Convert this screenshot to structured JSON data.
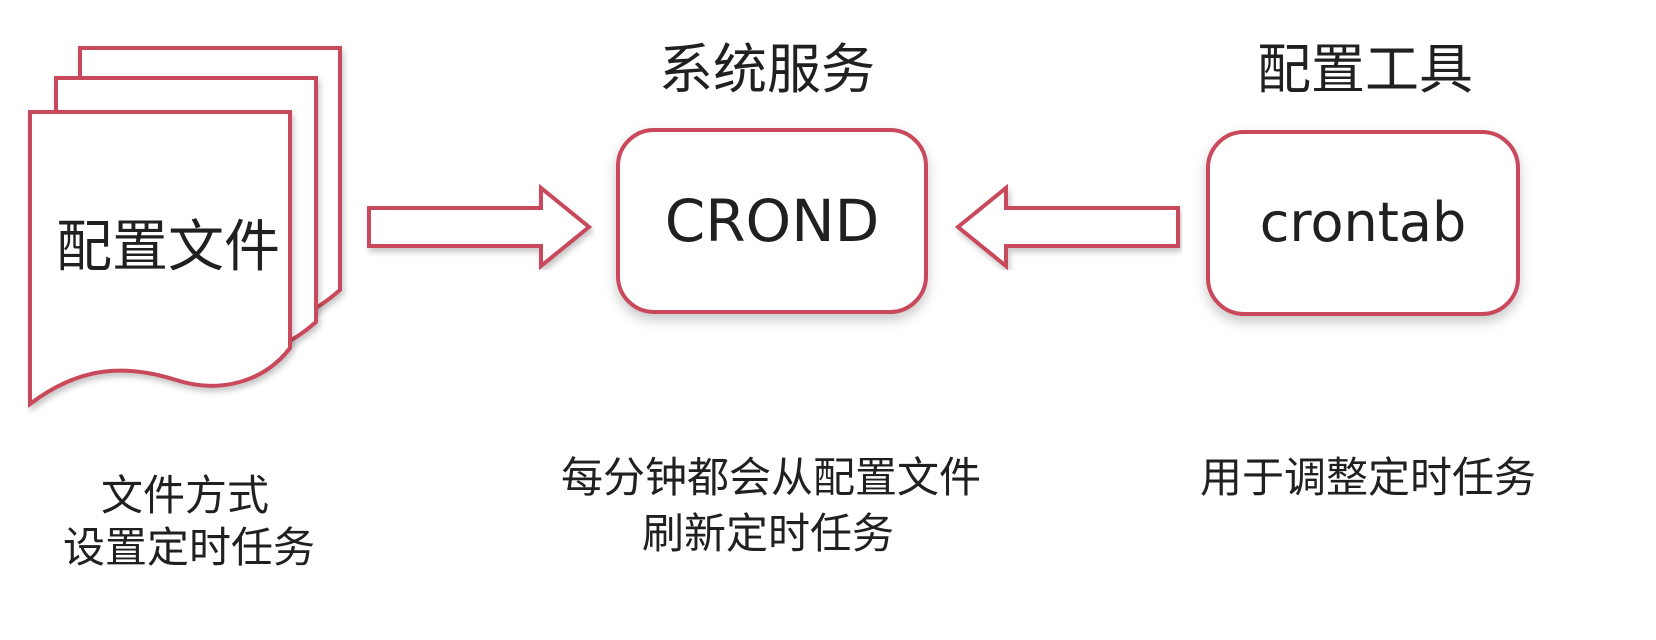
{
  "colors": {
    "accent": "#c9485b",
    "text": "#202020",
    "background": "#ffffff"
  },
  "config_file": {
    "label": "配置文件",
    "caption_line1": "文件方式",
    "caption_line2": "设置定时任务"
  },
  "system_service": {
    "title": "系统服务",
    "box_label": "CROND",
    "caption_line1": "每分钟都会从配置文件",
    "caption_line2": "刷新定时任务"
  },
  "config_tool": {
    "title": "配置工具",
    "box_label": "crontab",
    "caption_line1": "用于调整定时任务"
  }
}
